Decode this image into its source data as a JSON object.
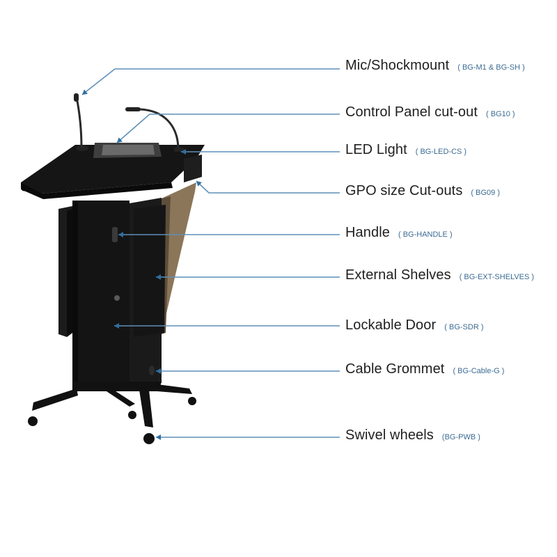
{
  "colors": {
    "leader_line": "#5f8fb8",
    "arrow": "#2f6f9f",
    "code_text": "#3b6b93",
    "lectern_body": "#141414",
    "wood_panel": "#8b7659"
  },
  "callouts": [
    {
      "name": "Mic/Shockmount",
      "code": "( BG-M1 & BG-SH )"
    },
    {
      "name": "Control Panel cut-out",
      "code": "( BG10 )"
    },
    {
      "name": "LED Light",
      "code": "( BG-LED-CS )"
    },
    {
      "name": "GPO size Cut-outs",
      "code": "( BG09 )"
    },
    {
      "name": "Handle",
      "code": "( BG-HANDLE )"
    },
    {
      "name": "External Shelves",
      "code": "( BG-EXT-SHELVES )"
    },
    {
      "name": "Lockable Door",
      "code": "( BG-SDR )"
    },
    {
      "name": "Cable Grommet",
      "code": "( BG-Cable-G )"
    },
    {
      "name": "Swivel wheels",
      "code": "(BG-PWB )"
    }
  ]
}
